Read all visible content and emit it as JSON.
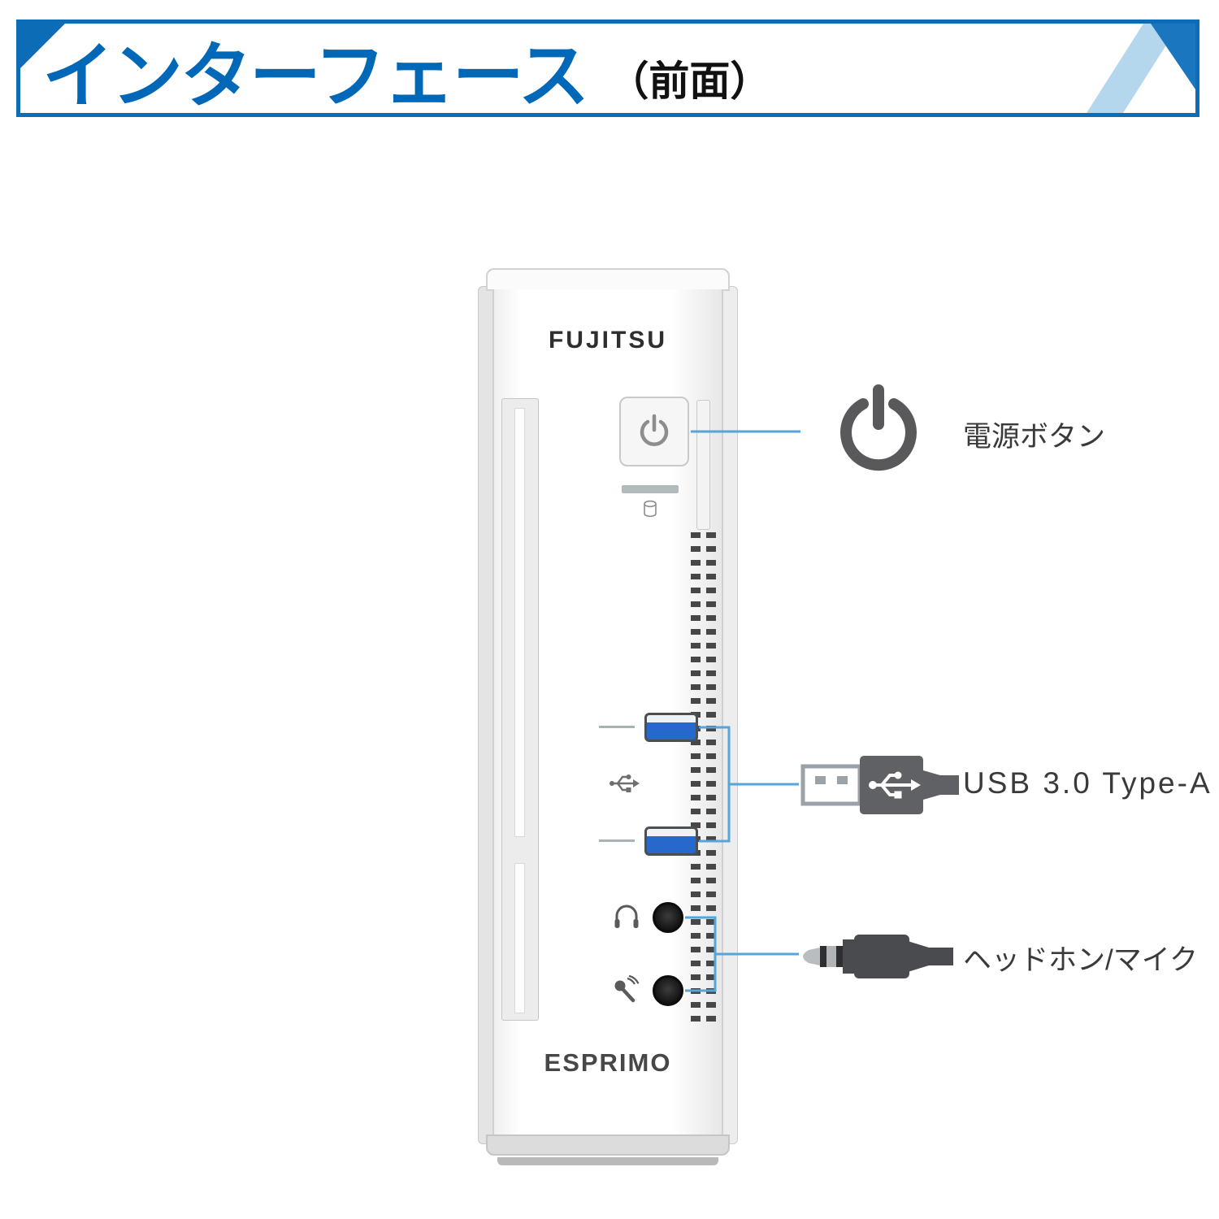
{
  "header": {
    "title": "インターフェース",
    "subtitle": "（前面）"
  },
  "device": {
    "brand": "FUJITSU",
    "model": "ESPRIMO"
  },
  "callouts": {
    "power": {
      "label": "電源ボタン"
    },
    "usb": {
      "label": "USB 3.0 Type-A"
    },
    "audio": {
      "label": "ヘッドホン/マイク"
    }
  },
  "colors": {
    "fujitsu_blue": "#0068b7",
    "frame_blue": "#0c6cb6",
    "accent_light_blue": "#b5d7ee",
    "callout_line_blue": "#56a5da",
    "usb_port_blue": "#2668cc",
    "icon_gray": "#59595b"
  }
}
